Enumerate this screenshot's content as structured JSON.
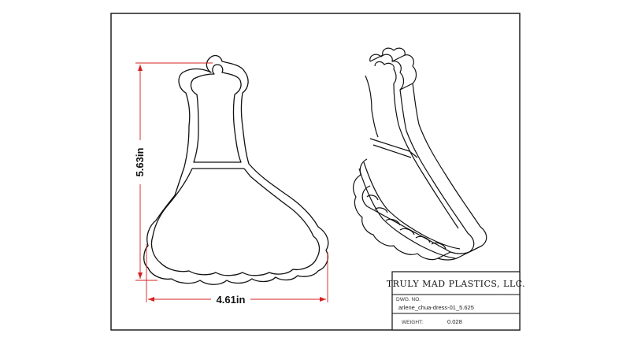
{
  "drawing": {
    "dimensions": {
      "height": "5.63in",
      "width": "4.61in"
    },
    "title_block": {
      "company": "TRULY MAD PLASTICS, LLC.",
      "dwg_no_label": "DWG. NO.",
      "dwg_no": "arlene_chua-dress-01_5.625",
      "weight_label": "WEIGHT:",
      "weight": "0.028"
    },
    "colors": {
      "line": "#111111",
      "dimension": "#d42020",
      "paper": "#ffffff"
    }
  }
}
